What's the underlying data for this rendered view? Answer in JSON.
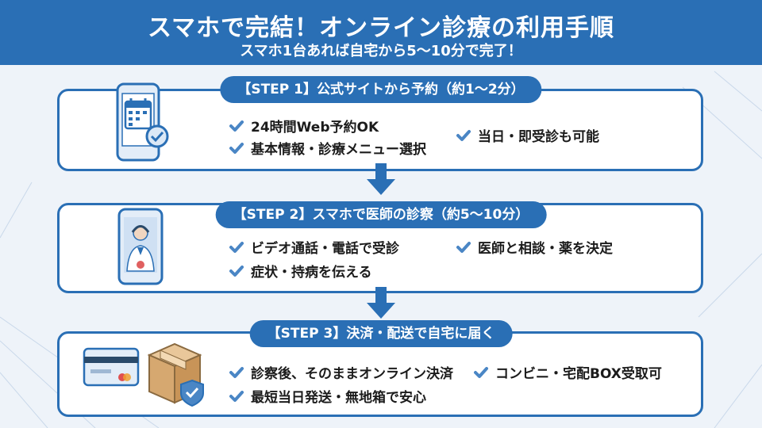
{
  "header": {
    "title": "スマホで完結！オンライン診療の利用手順",
    "subtitle": "スマホ1台あれば自宅から5〜10分で完了！"
  },
  "steps": [
    {
      "label": "【STEP 1】公式サイトから予約（約1〜2分）",
      "items": [
        "24時間Web予約OK",
        "基本情報・診療メニュー選択",
        "当日・即受診も可能"
      ]
    },
    {
      "label": "【STEP 2】スマホで医師の診察（約5〜10分）",
      "items": [
        "ビデオ通話・電話で受診",
        "症状・持病を伝える",
        "医師と相談・薬を決定"
      ]
    },
    {
      "label": "【STEP 3】決済・配送で自宅に届く",
      "items": [
        "診察後、そのままオンライン決済",
        "最短当日発送・無地箱で安心",
        "コンビニ・宅配BOX受取可"
      ]
    }
  ],
  "colors": {
    "primary": "#2a6fb5",
    "background": "#eef3f9",
    "check": "#4a86c5"
  },
  "icons": [
    "calendar-phone-icon",
    "doctor-video-call-icon",
    "credit-card-icon",
    "package-shield-icon",
    "check-icon",
    "down-arrow-icon"
  ]
}
